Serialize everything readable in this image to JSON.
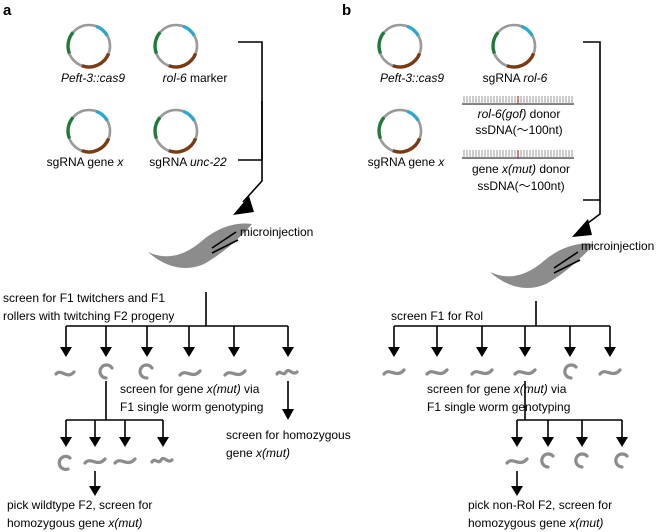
{
  "panels": [
    {
      "letter": "a",
      "plasmids": {
        "p1_pre": "Peft-3::cas9",
        "p2_pre": "rol-6",
        "p2_post": " marker",
        "p3_pre": "sgRNA gene ",
        "p3_it": "x",
        "p4_pre": "sgRNA ",
        "p4_it": "unc-22"
      },
      "microinjection": "microinjection",
      "screen_line1": "screen for F1 twitchers and F1",
      "screen_line2": "rollers with twitching F2 progeny",
      "genotype_line1_pre": "screen for gene ",
      "genotype_line1_it": "x(mut)",
      "genotype_line1_post": " via",
      "genotype_line2": "F1 single worm genotyping",
      "homo_line1": "screen for homozygous",
      "homo_line2_pre": "gene ",
      "homo_line2_it": "x(mut)",
      "pick_line1": "pick wildtype F2, screen for",
      "pick_line2_pre": "homozygous gene ",
      "pick_line2_it": "x(mut)"
    },
    {
      "letter": "b",
      "plasmids": {
        "p1_pre": "Peft-3::cas9",
        "p2_pre": "sgRNA ",
        "p2_it": "rol-6",
        "p3_pre": "sgRNA gene ",
        "p3_it": "x"
      },
      "donor1_line1_it": "rol-6(gof)",
      "donor1_line1_post": " donor",
      "donor1_line2": "ssDNA(～100nt)",
      "donor2_line1_pre": "gene ",
      "donor2_line1_it": "x(mut)",
      "donor2_line1_post": " donor",
      "donor2_line2": "ssDNA(～100nt)",
      "microinjection": "microinjection",
      "screen_line1": "screen F1 for Rol",
      "genotype_line1_pre": "screen for gene ",
      "genotype_line1_it": "x(mut)",
      "genotype_line1_post": " via",
      "genotype_line2": "F1 single worm genotyping",
      "pick_line1": "pick non-Rol F2, screen for",
      "pick_line2_pre": "homozygous gene ",
      "pick_line2_it": "x(mut)"
    }
  ],
  "colors": {
    "plasmid_backbone": "#9a9a9a",
    "plasmid_green": "#1f7a3a",
    "plasmid_cyan": "#2aa7cf",
    "plasmid_brown": "#7a3a12",
    "worm": "#8c8c8c",
    "dna_red": "#c0392b"
  }
}
